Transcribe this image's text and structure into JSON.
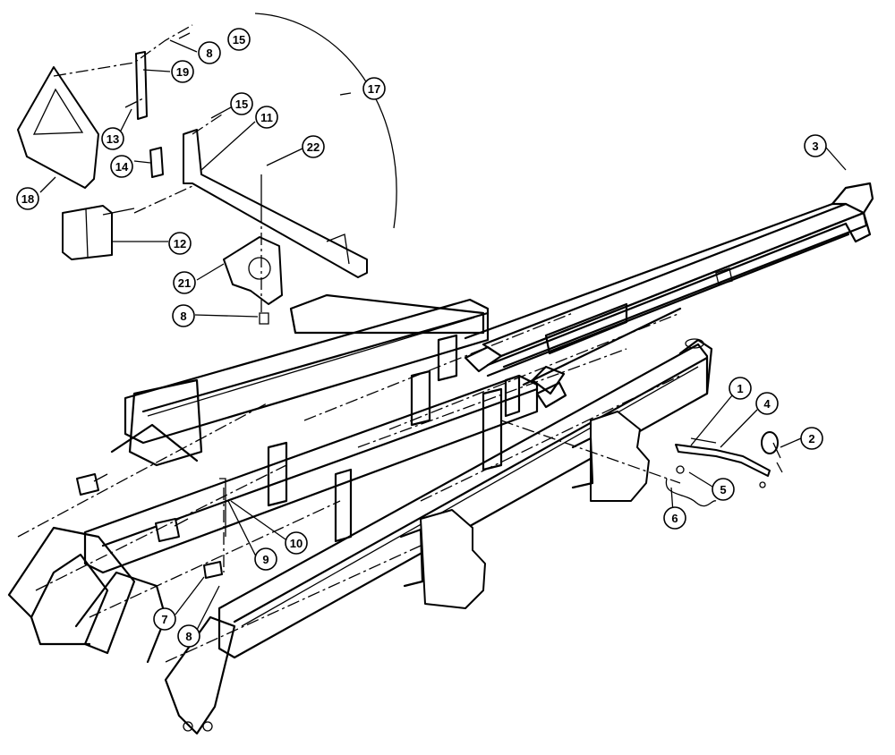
{
  "diagram": {
    "callouts": [
      {
        "id": "c1",
        "label": "1"
      },
      {
        "id": "c2",
        "label": "2"
      },
      {
        "id": "c3",
        "label": "3"
      },
      {
        "id": "c4",
        "label": "4"
      },
      {
        "id": "c5",
        "label": "5"
      },
      {
        "id": "c6",
        "label": "6"
      },
      {
        "id": "c7",
        "label": "7"
      },
      {
        "id": "c8a",
        "label": "8"
      },
      {
        "id": "c8b",
        "label": "8"
      },
      {
        "id": "c8c",
        "label": "8"
      },
      {
        "id": "c9",
        "label": "9"
      },
      {
        "id": "c10",
        "label": "10"
      },
      {
        "id": "c11",
        "label": "11"
      },
      {
        "id": "c12",
        "label": "12"
      },
      {
        "id": "c13",
        "label": "13"
      },
      {
        "id": "c14",
        "label": "14"
      },
      {
        "id": "c15a",
        "label": "15"
      },
      {
        "id": "c15b",
        "label": "15"
      },
      {
        "id": "c17",
        "label": "17"
      },
      {
        "id": "c18",
        "label": "18"
      },
      {
        "id": "c19",
        "label": "19"
      },
      {
        "id": "c21",
        "label": "21"
      },
      {
        "id": "c22",
        "label": "22"
      }
    ]
  }
}
